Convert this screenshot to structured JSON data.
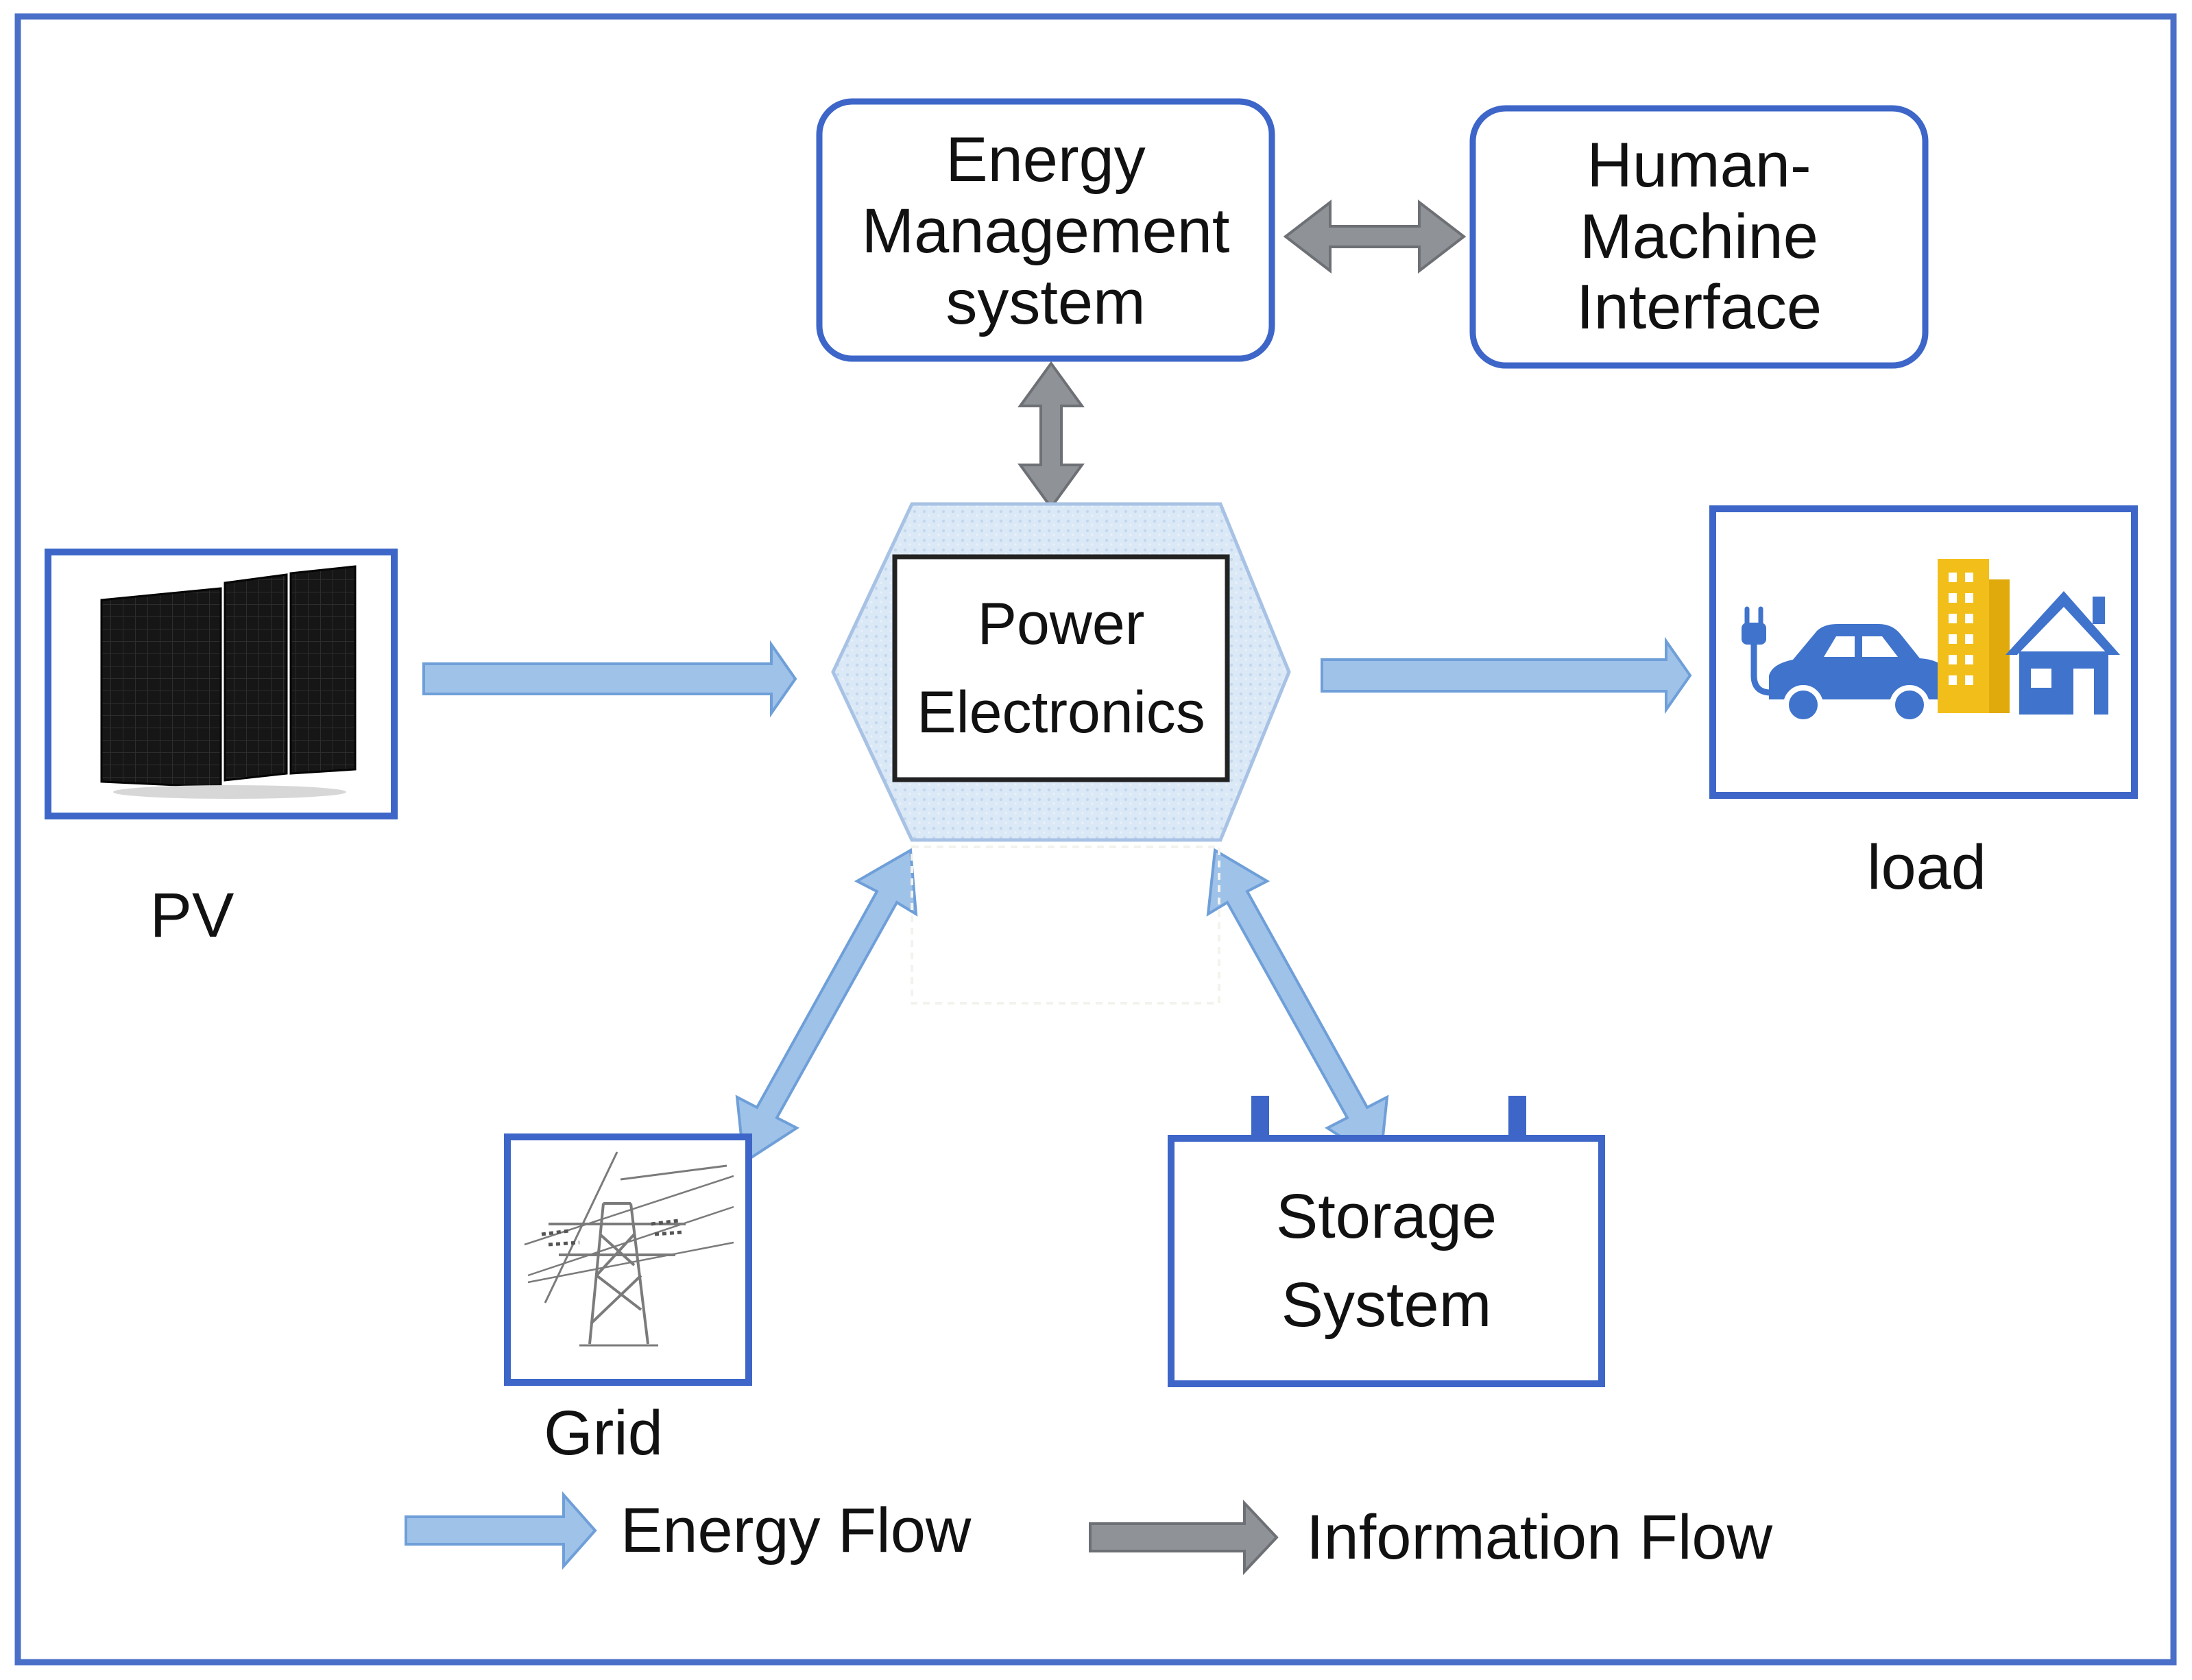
{
  "nodes": {
    "ems": {
      "lines": [
        "Energy",
        "Management",
        "system"
      ]
    },
    "hmi": {
      "lines": [
        "Human-",
        "Machine",
        "Interface"
      ]
    },
    "power_electronics": {
      "lines": [
        "Power",
        "Electronics"
      ]
    },
    "pv": {
      "label": "PV",
      "icon": "solar-panel-icon"
    },
    "load": {
      "label": "load",
      "icons": [
        "ev-car-icon",
        "building-icon",
        "house-icon"
      ]
    },
    "grid": {
      "label": "Grid",
      "icon": "transmission-tower-icon"
    },
    "storage": {
      "lines": [
        "Storage",
        "System"
      ],
      "icon": "battery-icon"
    }
  },
  "legend": {
    "energy_flow": "Energy Flow",
    "information_flow": "Information Flow"
  },
  "colors": {
    "frame": "#4a6fc9",
    "box_border": "#3d66c8",
    "energy_arrow_fill": "#9fc2e9",
    "energy_arrow_stroke": "#6f9fd8",
    "info_arrow_fill": "#8f9297",
    "info_arrow_stroke": "#6d7075",
    "icon_blue": "#3f73cc",
    "building_yellow": "#f2bf1a",
    "hexagon_fill": "#dce9f7"
  }
}
